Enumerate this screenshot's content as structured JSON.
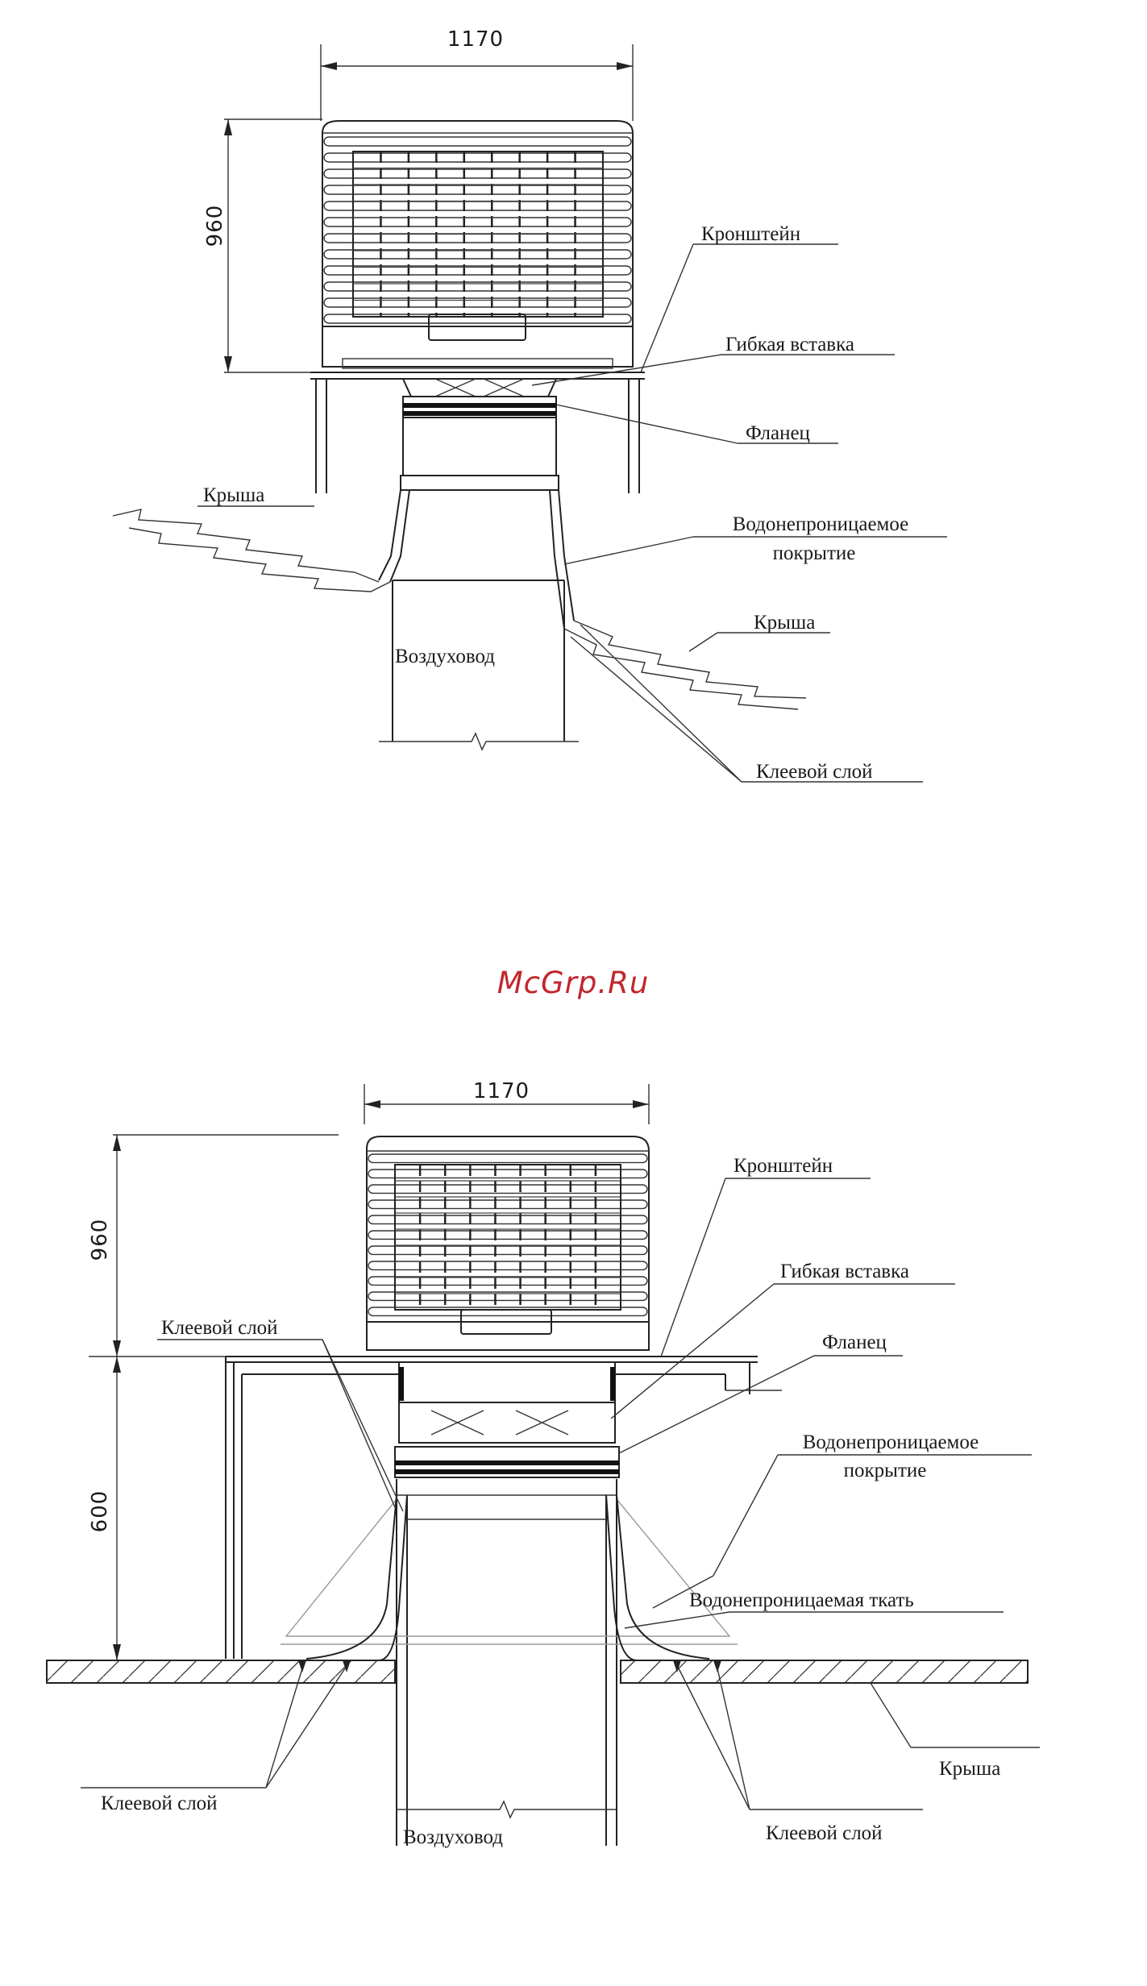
{
  "watermark": "McGrp.Ru",
  "diagram_top": {
    "dim_width": "1170",
    "dim_height": "960",
    "labels": {
      "bracket": "Кронштейн",
      "flex_insert": "Гибкая вставка",
      "flange": "Фланец",
      "roof_left": "Крыша",
      "waterproof_line1": "Водонепроницаемое",
      "waterproof_line2": "покрытие",
      "roof_right": "Крыша",
      "duct": "Воздуховод",
      "adhesive": "Клеевой слой"
    }
  },
  "diagram_bottom": {
    "dim_width": "1170",
    "dim_height_unit": "960",
    "dim_height_stand": "600",
    "labels": {
      "bracket": "Кронштейн",
      "flex_insert": "Гибкая вставка",
      "flange": "Фланец",
      "adhesive_top": "Клеевой слой",
      "waterproof_line1": "Водонепроницаемое",
      "waterproof_line2": "покрытие",
      "waterproof_fabric": "Водонепроницаемая ткать",
      "roof": "Крыша",
      "adhesive_left": "Клеевой слой",
      "duct": "Воздуховод",
      "adhesive_right": "Клеевой слой"
    }
  }
}
